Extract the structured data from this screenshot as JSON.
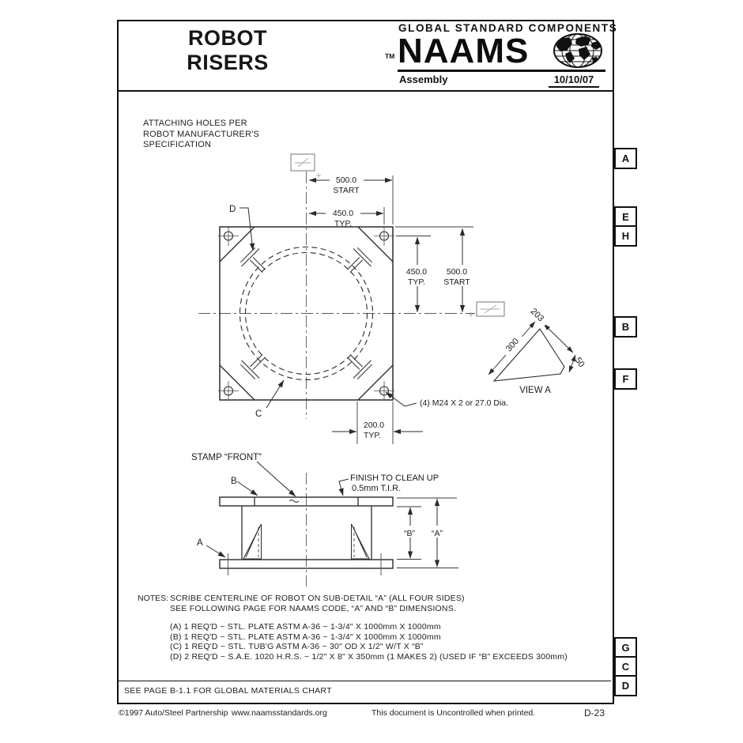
{
  "header": {
    "title_line1": "ROBOT",
    "title_line2": "RISERS",
    "brand_top": "GLOBAL STANDARD COMPONENTS",
    "brand_tm": "TM",
    "brand_name": "NAAMS",
    "subtitle": "Assembly",
    "date": "10/10/07"
  },
  "side_tabs": {
    "items": [
      {
        "label": "A"
      },
      {
        "label": "E"
      },
      {
        "label": "H"
      },
      {
        "label": "B"
      },
      {
        "label": "F"
      },
      {
        "label": "G"
      },
      {
        "label": "C"
      },
      {
        "label": "D"
      }
    ]
  },
  "drawing": {
    "top_view": {
      "attach_note_1": "ATTACHING HOLES PER",
      "attach_note_2": "ROBOT MANUFACTURER'S",
      "attach_note_3": "SPECIFICATION",
      "dim_top_500": "500.0",
      "dim_top_500_suffix": "START",
      "dim_top_450": "450.0",
      "dim_top_450_suffix": "TYP.",
      "dim_right_450": "450.0",
      "dim_right_450_suffix": "TYP.",
      "dim_right_500": "500.0",
      "dim_right_500_suffix": "START",
      "dim_bottom_200": "200.0",
      "dim_bottom_200_suffix": "TYP.",
      "label_d": "D",
      "label_c": "C",
      "hole_note": "(4) M24 X 2 or 27.0 Dia."
    },
    "view_a": {
      "dim_top": "203",
      "dim_left": "300",
      "dim_right": "50",
      "caption": "VIEW A"
    },
    "side_view": {
      "stamp_note": "STAMP “FRONT”",
      "finish_note_1": "FINISH TO CLEAN UP",
      "finish_note_2": "0.5mm T.I.R.",
      "label_b": "B",
      "label_a": "A",
      "dim_b": "“B”",
      "dim_a": "“A”"
    }
  },
  "notes": {
    "label": "NOTES:",
    "lines": [
      "SCRIBE CENTERLINE OF ROBOT ON SUB-DETAIL “A” (ALL FOUR SIDES)",
      "SEE FOLLOWING PAGE FOR NAAMS CODE, “A” AND “B” DIMENSIONS."
    ],
    "items": [
      "(A) 1 REQ'D ~ STL. PLATE   ASTM A-36 ~ 1-3/4\" X 1000mm X 1000mm",
      "(B) 1 REQ'D ~ STL. PLATE   ASTM A-36 ~ 1-3/4\" X 1000mm X 1000mm",
      "(C) 1 REQ'D ~ STL. TUB'G   ASTM A-36 ~ 30\" OD X 1/2\" W/T X “B”",
      "(D) 2 REQ'D ~ S.A.E. 1020 H.R.S. ~ 1/2\" X 8\" X 350mm (1 MAKES 2) (USED IF “B” EXCEEDS 300mm)"
    ]
  },
  "materials_note": "SEE PAGE B-1.1 FOR GLOBAL MATERIALS CHART",
  "footer": {
    "copyright": "©1997 Auto/Steel Partnership",
    "website": "www.naamsstandards.org",
    "uncontrolled": "This document is Uncontrolled when printed.",
    "page_number": "D-23"
  },
  "colors": {
    "ink": "#1b1b1b",
    "line": "#2b2b2b",
    "paper": "#ffffff"
  }
}
